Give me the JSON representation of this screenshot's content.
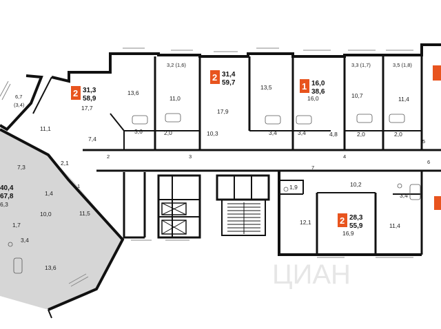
{
  "colors": {
    "accent": "#e8541e",
    "wall": "#111111",
    "highlight": "#d6d6d6"
  },
  "watermark": "ЦИАН",
  "apartments": [
    {
      "id": "apt-a",
      "rooms": "2",
      "area_living": "31,3",
      "area_total": "58,9"
    },
    {
      "id": "apt-b",
      "rooms": "2",
      "area_living": "31,4",
      "area_total": "59,7"
    },
    {
      "id": "apt-c",
      "rooms": "1",
      "area_living": "16,0",
      "area_total": "38,6"
    },
    {
      "id": "apt-d",
      "rooms": "2",
      "area_living": "28,3",
      "area_total": "55,9"
    },
    {
      "id": "apt-sel",
      "rooms": "",
      "area_living": "40,4",
      "area_total": "67,8"
    }
  ],
  "rooms": {
    "r1": "6,7",
    "r2": "(3,4)",
    "r3": "11,1",
    "r4": "17,7",
    "r5": "13,6",
    "r6": "7,4",
    "r7": "3,6",
    "r8": "3,2 (1,6)",
    "r9": "11,0",
    "r10": "2,0",
    "r11": "17,9",
    "r12": "10,3",
    "r13": "13,5",
    "r14": "3,4",
    "r15": "3,4",
    "r16": "16,0",
    "r17": "4,8",
    "r18": "3,3 (1,7)",
    "r19": "10,7",
    "r20": "2,0",
    "r21": "3,5 (1,8)",
    "r22": "11,4",
    "r23": "2,0",
    "r24": "7,3",
    "r25": "2,1",
    "r26": "1,4",
    "r27": "10,0",
    "r28": "11,5",
    "r29": "1,7",
    "r30": "3,4",
    "r31": "13,6",
    "r32": "1,9",
    "r33": "10,2",
    "r34": "3,4",
    "r35": "12,1",
    "r36": "16,9",
    "r37": "11,4",
    "r38": "6,3"
  },
  "doors": {
    "d1": "2",
    "d2": "3",
    "d3": "4",
    "d4": "5",
    "d5": "6",
    "d6": "7",
    "d7": "1"
  }
}
